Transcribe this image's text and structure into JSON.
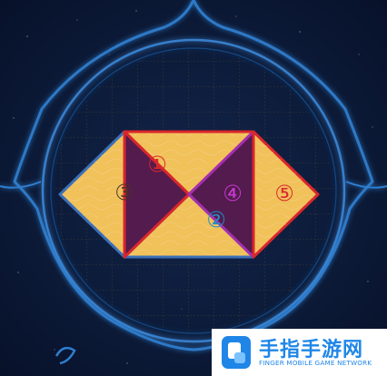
{
  "puzzle": {
    "pieces": [
      {
        "id": "piece-1",
        "label": "①",
        "fill": "#f1c15a",
        "outline": "#d9262c",
        "label_color": "#d9262c"
      },
      {
        "id": "piece-2",
        "label": "②",
        "fill": "#f1c15a",
        "outline": "#3a6fb8",
        "label_color": "#1f8fc6"
      },
      {
        "id": "piece-3",
        "label": "③",
        "fill": "#f1c15a",
        "outline": "#3a6fb8",
        "label_color": "#4a3324"
      },
      {
        "id": "piece-4",
        "label": "④",
        "fill": "#541b4e",
        "outline": "#a42fb0",
        "label_color": "#c53bd0"
      },
      {
        "id": "piece-5",
        "label": "⑤",
        "fill": "#f1c15a",
        "outline": "#d9262c",
        "label_color": "#d9262c"
      }
    ]
  },
  "watermark": {
    "title": "手指手游网",
    "subtitle": "FINGER MOBILE GAME NETWORK",
    "accent": "#1f86e8"
  }
}
